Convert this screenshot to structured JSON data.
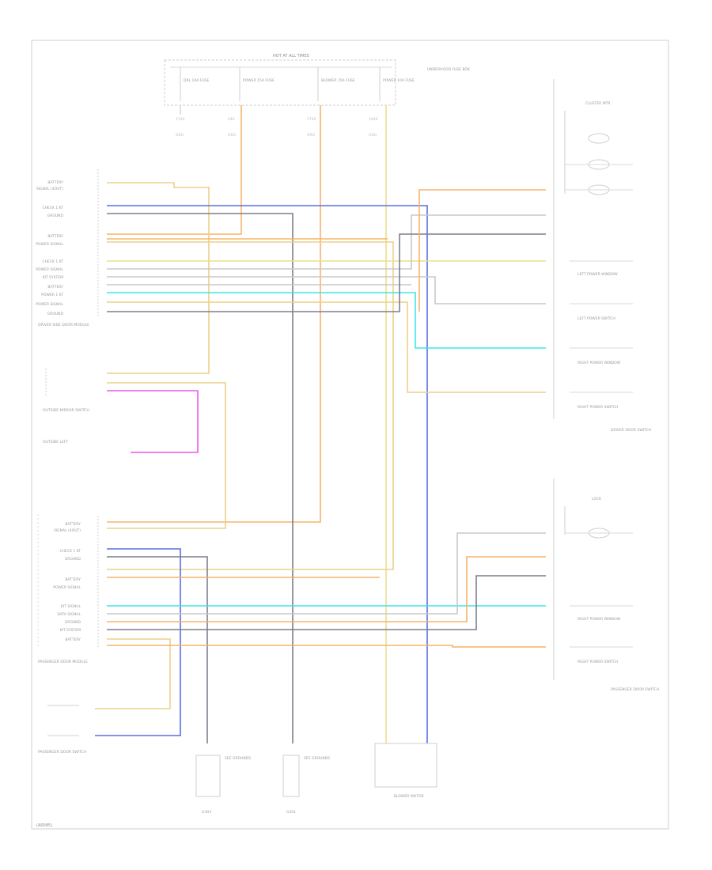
{
  "diagram": {
    "footer_code": "(A0085)",
    "fuse_block": {
      "title": "HOT AT ALL TIMES",
      "fuses": [
        {
          "label": "DRL 10A FUSE",
          "circuit": "1740",
          "color": "ORG"
        },
        {
          "label": "POWER 15A FUSE",
          "circuit": "440",
          "color": "ORG"
        },
        {
          "label": "BLOWER 15A FUSE",
          "circuit": "1740",
          "color": "ORG"
        },
        {
          "label": "POWER 10A FUSE",
          "circuit": "1040",
          "color": "ORG"
        }
      ],
      "note": "UNDERHOOD FUSE BOX"
    },
    "left_connector_upper_labels": [
      "BATTERY",
      "SIGNAL (4OUT)",
      "CHECK 1 KT",
      "GROUND",
      "BATTERY",
      "POWER SIGNAL",
      "CHECK 1 KT",
      "POWER SIGNAL",
      "KIT SYSTEM",
      "BATTERY",
      "POWER 1 KT",
      "POWER SIGNAL",
      "GROUND"
    ],
    "driver_module_label": "DRIVER SIDE DOOR MODULE",
    "outside_mirror_label": "OUTSIDE MIRROR SWITCH",
    "passenger_module_label": "PASSENGER DOOR MODULE",
    "left_connector_lower_labels": [
      "BATTERY",
      "SIGNAL (4OUT)",
      "CHECK 1 KT",
      "GROUND",
      "BATTERY",
      "POWER SIGNAL",
      "KIT SIGNAL",
      "DATA SIGNAL",
      "GROUND",
      "KIT SYSTEM",
      "BATTERY"
    ],
    "right_upper_components": [
      {
        "label": "CLUSTER MTR",
        "kind": "motor"
      },
      {
        "label": "LEFT POWER WINDOW",
        "kind": "switch"
      },
      {
        "label": "LEFT POWER SWITCH",
        "kind": "switch"
      },
      {
        "label": "RIGHT POWER WINDOW",
        "kind": "switch"
      },
      {
        "label": "RIGHT POWER SWITCH",
        "kind": "switch"
      }
    ],
    "right_upper_group_label": "DRIVER DOOR SWITCH",
    "right_lower_components": [
      {
        "label": "LOCK",
        "kind": "motor"
      },
      {
        "label": "RIGHT POWER WINDOW",
        "kind": "switch"
      },
      {
        "label": "RIGHT POWER SWITCH",
        "kind": "switch"
      }
    ],
    "right_lower_group_label": "PASSENGER DOOR SWITCH",
    "bottom_components": [
      {
        "label": "G303",
        "note": "SEE GROUNDS"
      },
      {
        "label": "G301",
        "note": "SEE GROUNDS"
      },
      {
        "label": "BLOWER MOTOR"
      }
    ],
    "bottom_left_label": "PASSENGER DOOR SWITCH",
    "wire_colors": {
      "orange": "#f7b36a",
      "tan": "#ecd08a",
      "blue": "#5b6fe0",
      "cyan": "#3fe6e6",
      "magenta": "#ee55ee",
      "dark_gray": "#7e7e8e",
      "gray": "#c8c8c8",
      "yellow": "#e9df8e"
    }
  }
}
